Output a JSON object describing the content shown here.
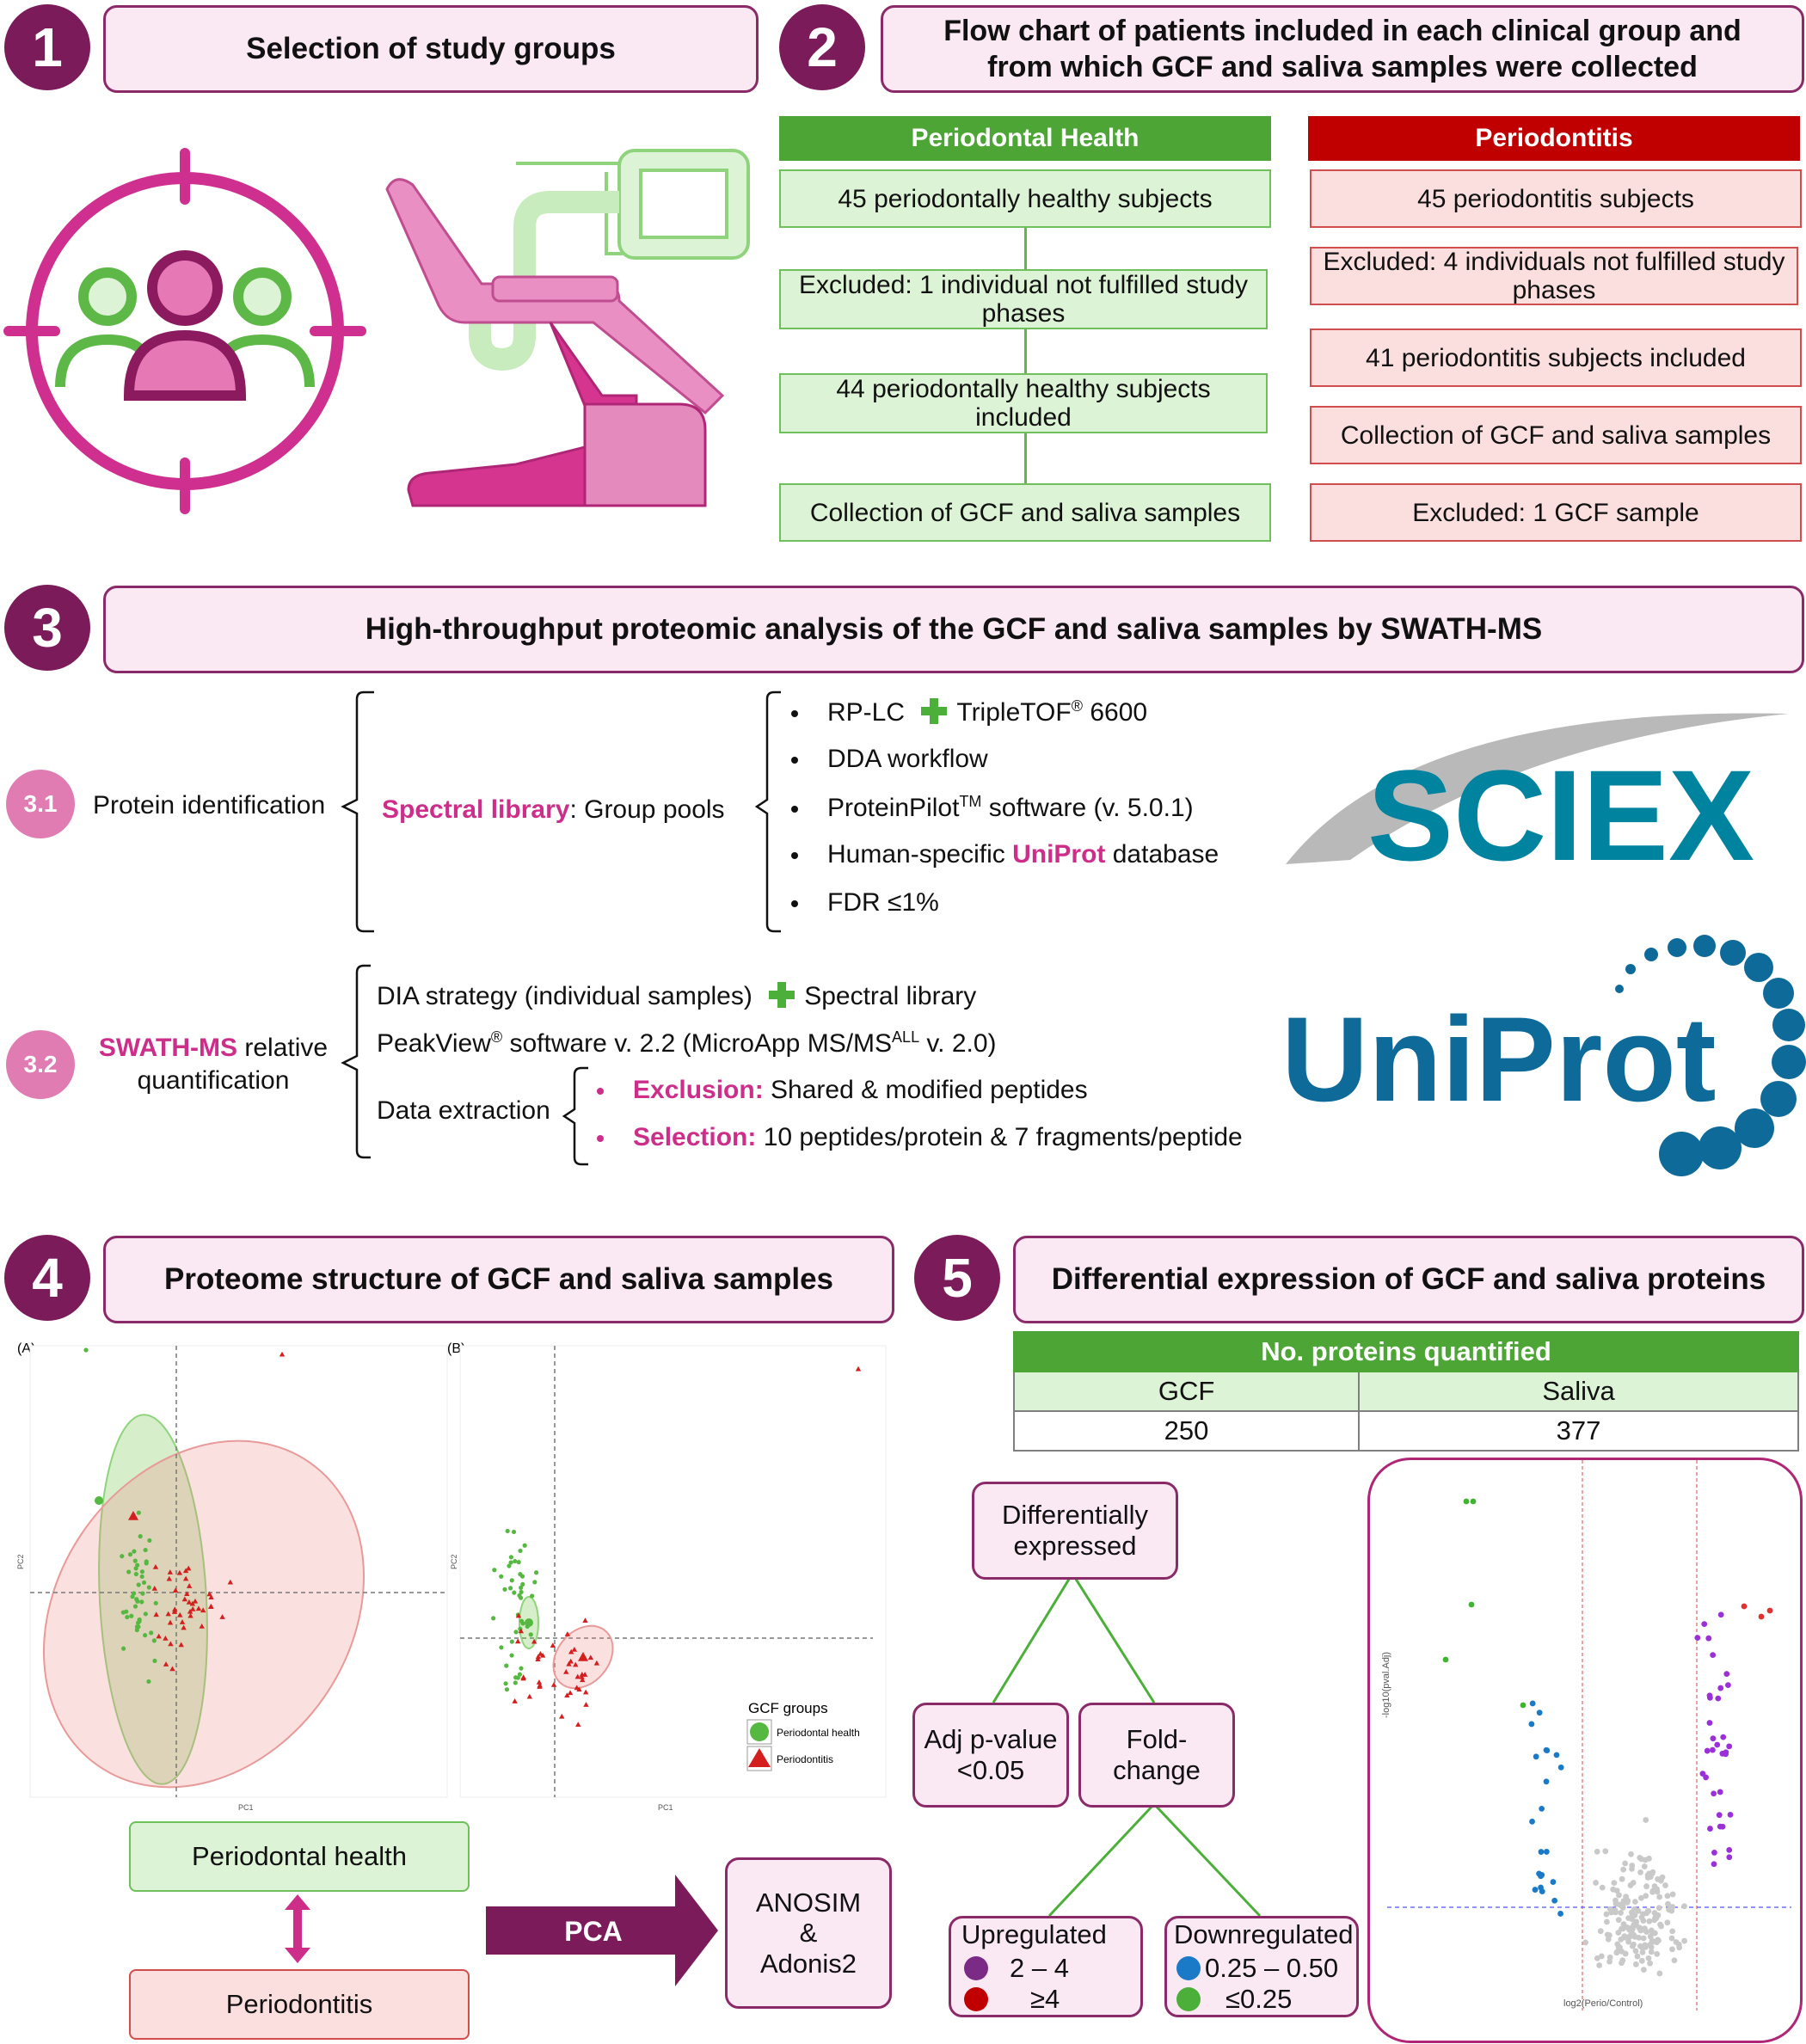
{
  "sections": {
    "s1": {
      "num": "1",
      "title": "Selection of study groups"
    },
    "s2": {
      "num": "2",
      "title_line1": "Flow chart of patients included in each clinical group and",
      "title_line2": "from which GCF and saliva samples were collected"
    },
    "s3": {
      "num": "3",
      "title": "High-throughput proteomic analysis of the GCF and saliva samples by SWATH-MS"
    },
    "s4": {
      "num": "4",
      "title": "Proteome structure of GCF and saliva samples"
    },
    "s5": {
      "num": "5",
      "title": "Differential expression of GCF and saliva proteins"
    }
  },
  "flow": {
    "health": {
      "header": "Periodontal Health",
      "steps": [
        "45 periodontally healthy subjects",
        "Excluded: 1 individual not fulfilled study phases",
        "44 periodontally healthy subjects included",
        "Collection of GCF and saliva samples"
      ]
    },
    "perio": {
      "header": "Periodontitis",
      "steps": [
        "45 periodontitis subjects",
        "Excluded: 4 individuals not fulfilled study phases",
        "41 periodontitis subjects included",
        "Collection of GCF and saliva samples",
        "Excluded: 1 GCF sample"
      ]
    }
  },
  "proteomics": {
    "id": {
      "num": "3.1",
      "label": "Protein identification",
      "library_label": "Spectral library",
      "library_rest": ": Group pools",
      "b1_a": "RP-LC",
      "b1_b": "TripleTOF",
      "b1_sup": "®",
      "b1_c": " 6600",
      "b2": "DDA workflow",
      "b3_a": "ProteinPilot",
      "b3_sup": "TM",
      "b3_b": " software (v. 5.0.1)",
      "b4_a": "Human-specific ",
      "b4_b": "UniProt",
      "b4_c": " database",
      "b5": "FDR ≤1%"
    },
    "quant": {
      "num": "3.2",
      "label_a": "SWATH-MS",
      "label_b": " relative",
      "label_c": "quantification",
      "l1_a": "DIA strategy (individual samples)",
      "l1_b": "Spectral library",
      "l2_a": "PeakView",
      "l2_sup": "®",
      "l2_b": " software v. 2.2 (MicroApp MS/MS",
      "l2_sup2": "ALL",
      "l2_c": " v. 2.0)",
      "l3": "Data extraction",
      "e1_a": "Exclusion:",
      "e1_b": " Shared & modified peptides",
      "e2_a": "Selection:",
      "e2_b": " 10 peptides/protein & 7 fragments/peptide"
    },
    "logos": {
      "sciex": "SCIEX",
      "uniprot": "UniProt"
    }
  },
  "pca": {
    "panel_a": "(A)",
    "panel_b": "(B)",
    "xlabel": "PC1",
    "ylabel": "PC2",
    "legend_title": "GCF groups",
    "legend_health": "Periodontal health",
    "legend_perio": "Periodontitis",
    "box_health": "Periodontal health",
    "box_perio": "Periodontitis",
    "arrow_label": "PCA",
    "anosim_l1": "ANOSIM",
    "anosim_l2": "&",
    "anosim_l3": "Adonis2"
  },
  "diffexp": {
    "table_title": "No. proteins quantified",
    "col1": "GCF",
    "col2": "Saliva",
    "val1": "250",
    "val2": "377",
    "de_l1": "Differentially",
    "de_l2": "expressed",
    "pval_l1": "Adj p-value",
    "pval_l2": "<0.05",
    "fc_l1": "Fold-",
    "fc_l2": "change",
    "up_title": "Upregulated",
    "up_1": "2 – 4",
    "up_2": "≥4",
    "down_title": "Downregulated",
    "down_1": "0.25 – 0.50",
    "down_2": "≤0.25",
    "volcano_xlabel": "log2(Perio/Control)",
    "volcano_ylabel": "-log10(pval.Adj)"
  },
  "colors": {
    "accent": "#7b1b5a",
    "pink": "#cc2e8a",
    "green_header": "#4ca535",
    "red_header": "#c00000",
    "up_purple": "#7b2a86",
    "up_red": "#c00000",
    "down_blue": "#1a7ac8",
    "down_green": "#4caf3a"
  }
}
